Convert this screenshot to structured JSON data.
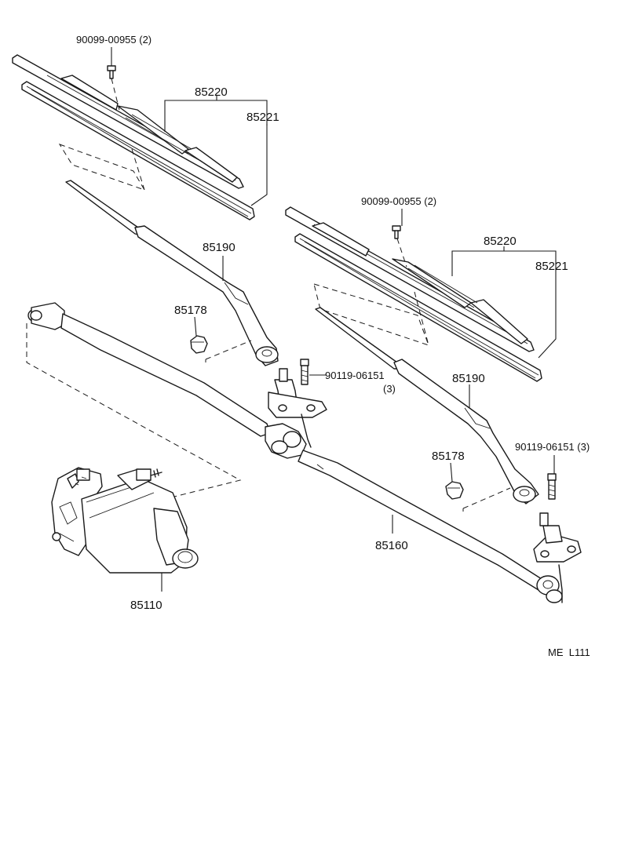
{
  "labels": {
    "bolt_top_left": "90099-00955 (2)",
    "blade_left": "85220",
    "refill_left": "85221",
    "arm_left": "85190",
    "nut_left": "85178",
    "bolt_center": "90119-06151",
    "bolt_center_qty": "(3)",
    "bolt_top_right": "90099-00955 (2)",
    "blade_right": "85220",
    "refill_right": "85221",
    "arm_right": "85190",
    "bolt_right": "90119-06151 (3)",
    "nut_right": "85178",
    "link": "85160",
    "motor": "85110",
    "ref_code": "ME  L111"
  }
}
